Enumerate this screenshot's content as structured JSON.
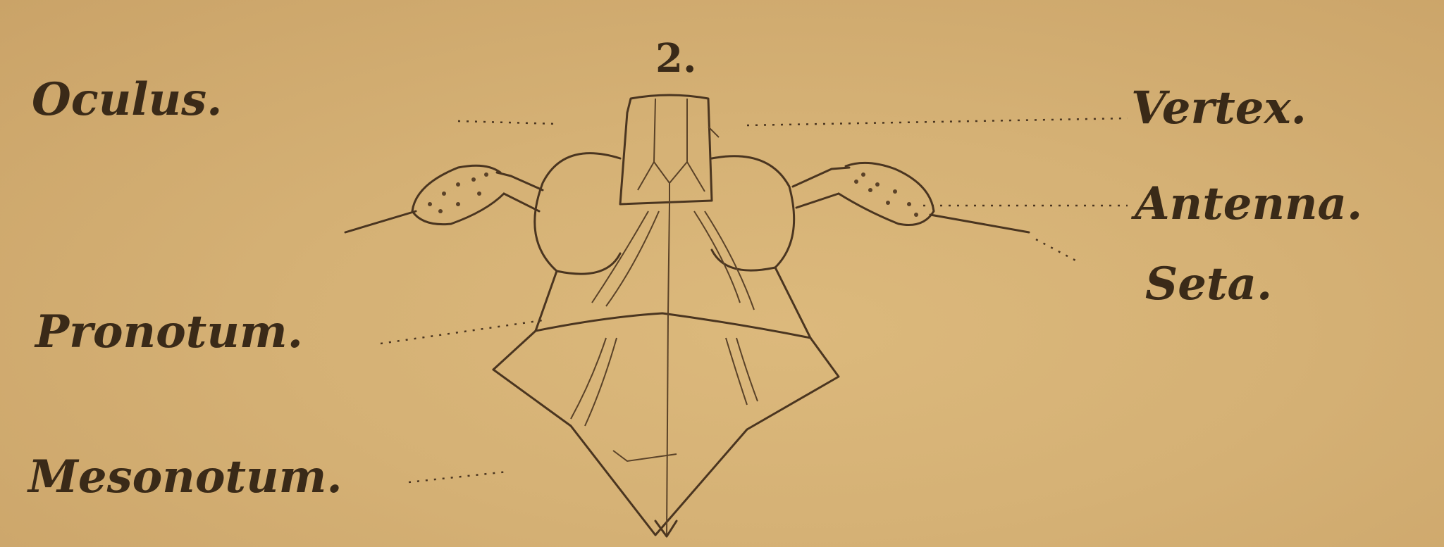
{
  "figure_number": "2.",
  "labels": {
    "oculus": "Oculus.",
    "vertex": "Vertex.",
    "antenna": "Antenna.",
    "seta": "Seta.",
    "pronotum": "Pronotum.",
    "mesonotum": "Mesonotum."
  }
}
